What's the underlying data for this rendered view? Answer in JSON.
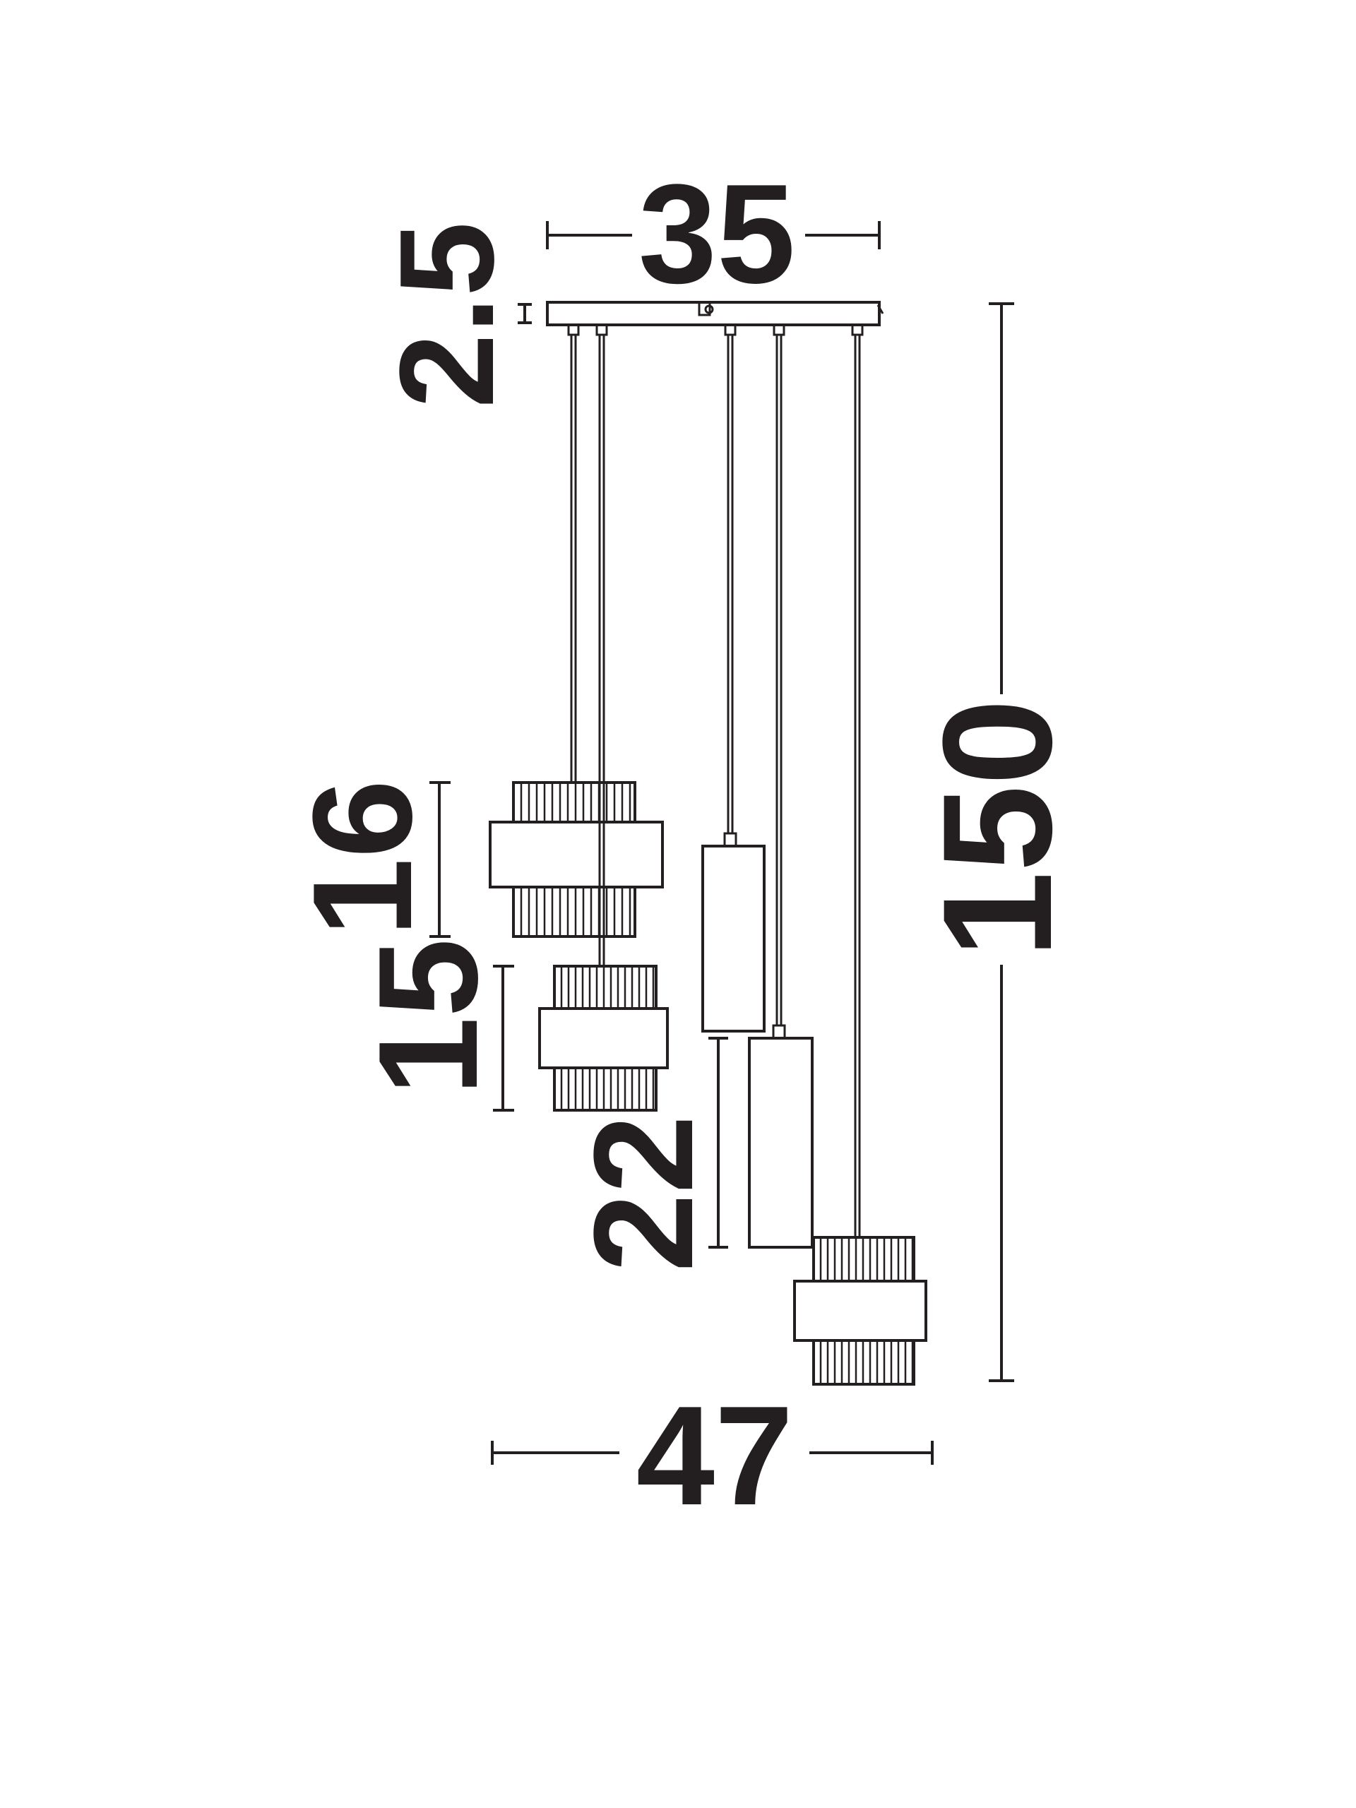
{
  "dimensions": {
    "top_width": "35",
    "canopy_height": "2.5",
    "total_height": "150",
    "shade_a_height": "16",
    "shade_b_height": "15",
    "cylinder_height": "22",
    "total_width": "47"
  },
  "colors": {
    "line": "#231f20",
    "background": "#ffffff"
  }
}
